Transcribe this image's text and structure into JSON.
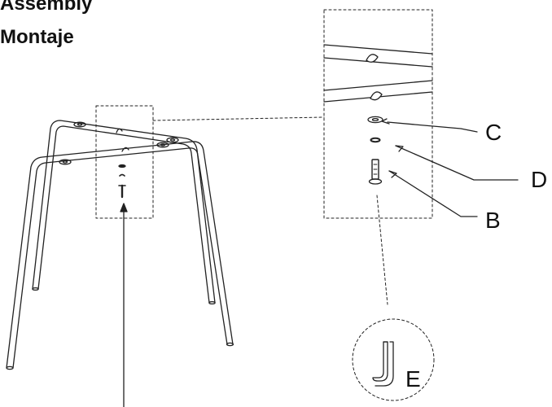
{
  "title": {
    "line1": "Assembly",
    "line2": "Montaje"
  },
  "callouts": {
    "c": "C",
    "d": "D",
    "b": "B",
    "e": "E"
  }
}
